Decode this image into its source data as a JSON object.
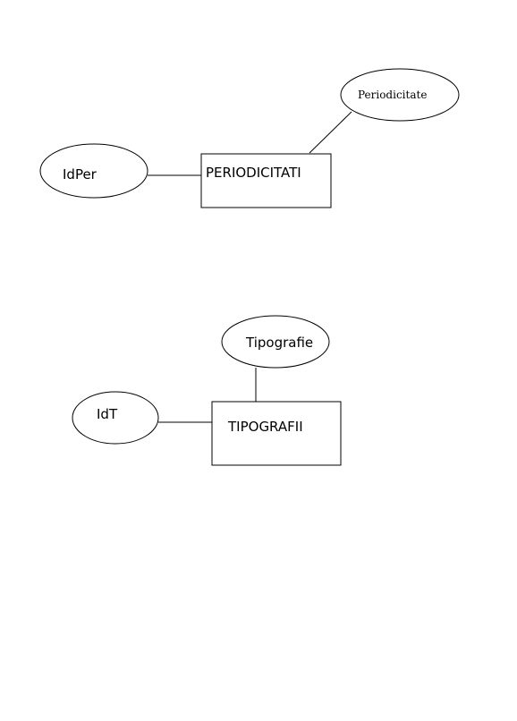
{
  "diagram": {
    "entities": [
      {
        "name": "PERIODICITATI",
        "attributes": [
          "IdPer",
          "Periodicitate"
        ]
      },
      {
        "name": "TIPOGRAFII",
        "attributes": [
          "IdT",
          "Tipografie"
        ]
      }
    ]
  }
}
